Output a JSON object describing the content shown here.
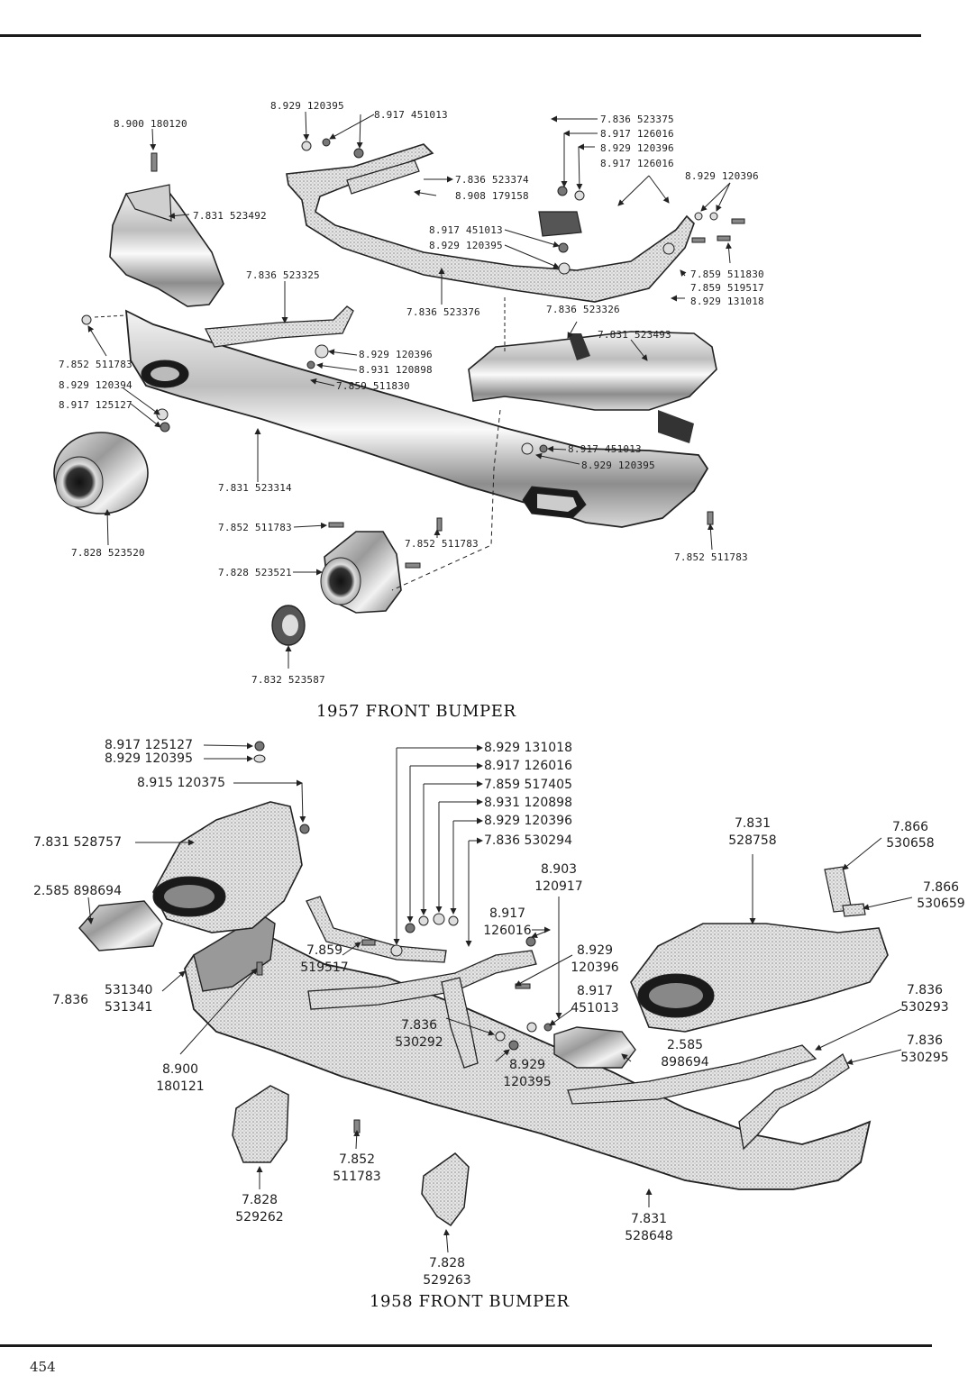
{
  "page_number": "454",
  "captions": {
    "top": "1957 FRONT BUMPER",
    "bottom": "1958 FRONT BUMPER"
  },
  "labels_1957": {
    "l01": "8.900 180120",
    "l02": "8.929 120395",
    "l03": "8.917 451013",
    "l04": "7.836 523375",
    "l05": "8.917 126016",
    "l06": "8.929 120396",
    "l07": "8.917 126016",
    "l08": "8.929 120396",
    "l09": "7.836 523374",
    "l10": "8.908 179158",
    "l11": "7.831 523492",
    "l12": "8.917 451013",
    "l13": "8.929 120395",
    "l14": "7.859 511830",
    "l15": "7.859 519517",
    "l16": "8.929 131018",
    "l17": "7.836 523325",
    "l18": "7.836 523376",
    "l19": "7.836 523326",
    "l20": "7.831 523493",
    "l21": "7.852 511783",
    "l22": "8.929 120394",
    "l23": "8.917 125127",
    "l24": "8.929 120396",
    "l25": "8.931 120898",
    "l26": "7.859 511830",
    "l27": "8.917 451013",
    "l28": "8.929 120395",
    "l29": "7.831 523314",
    "l30": "7.828 523520",
    "l31": "7.852 511783",
    "l32": "7.852 511783",
    "l33": "7.828 523521",
    "l34": "7.852 511783",
    "l35": "7.832 523587"
  },
  "labels_1958": {
    "m01": "8.917  125127",
    "m02": "8.929  120395",
    "m03": "8.915  120375",
    "m04": "7.831    528757",
    "m05": "2.585   898694",
    "m06": "7.836",
    "m07a": "531340",
    "m07b": "531341",
    "m08": "8.929   131018",
    "m09": "8.917   126016",
    "m10": "7.859   517405",
    "m11": "8.931   120898",
    "m12": "8.929   120396",
    "m13": "7.836   530294",
    "m14a": "7.831",
    "m14b": "528758",
    "m15a": "7.866",
    "m15b": "530658",
    "m16a": "7.866",
    "m16b": "530659",
    "m17a": "8.903",
    "m17b": "120917",
    "m18a": "8.917",
    "m18b": "126016",
    "m19a": "7.859",
    "m19b": "519517",
    "m20a": "8.929",
    "m20b": "120396",
    "m21a": "8.917",
    "m21b": "451013",
    "m22a": "7.836",
    "m22b": "530292",
    "m23a": "2.585",
    "m23b": "898694",
    "m24a": "8.929",
    "m24b": "120395",
    "m25a": "7.836",
    "m25b": "530293",
    "m26a": "7.836",
    "m26b": "530295",
    "m27a": "8.900",
    "m27b": "180121",
    "m28a": "7.852",
    "m28b": "511783",
    "m29a": "7.828",
    "m29b": "529262",
    "m30a": "7.831",
    "m30b": "528648",
    "m31a": "7.828",
    "m31b": "529263"
  }
}
